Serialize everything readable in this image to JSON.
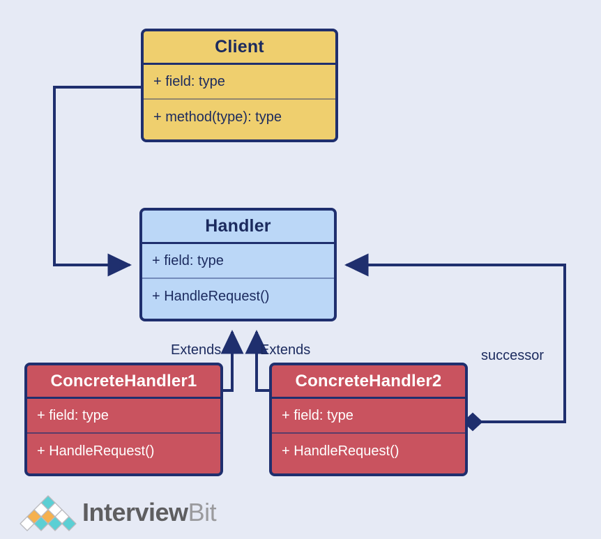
{
  "diagram": {
    "title": "Chain of Responsibility UML class diagram",
    "background_color": "#e6eaf5",
    "line_color": "#1f2f6e",
    "classes": [
      {
        "id": "client",
        "name": "Client",
        "fill": "#efcf6e",
        "text_color": "#1b2a5e",
        "attributes": [
          "+ field: type"
        ],
        "operations": [
          "+ method(type): type"
        ]
      },
      {
        "id": "handler",
        "name": "Handler",
        "fill": "#bbd7f7",
        "text_color": "#1b2a5e",
        "attributes": [
          "+ field: type"
        ],
        "operations": [
          "+ HandleRequest()"
        ]
      },
      {
        "id": "concrete_handler_1",
        "name": "ConcreteHandler1",
        "fill": "#c9535f",
        "text_color": "#ffffff",
        "attributes": [
          "+ field: type"
        ],
        "operations": [
          "+ HandleRequest()"
        ]
      },
      {
        "id": "concrete_handler_2",
        "name": "ConcreteHandler2",
        "fill": "#c9535f",
        "text_color": "#ffffff",
        "attributes": [
          "+ field: type"
        ],
        "operations": [
          "+ HandleRequest()"
        ]
      }
    ],
    "relations": [
      {
        "id": "client-uses-handler",
        "from": "client",
        "to": "handler",
        "label": "",
        "kind": "association-arrow"
      },
      {
        "id": "ch1-extends-handler",
        "from": "concrete_handler_1",
        "to": "handler",
        "label": "Extends",
        "kind": "generalization"
      },
      {
        "id": "ch2-extends-handler",
        "from": "concrete_handler_2",
        "to": "handler",
        "label": "Extends",
        "kind": "generalization"
      },
      {
        "id": "ch2-successor-handler",
        "from": "concrete_handler_2",
        "to": "handler",
        "label": "successor",
        "kind": "composition"
      }
    ],
    "labels": {
      "extends_1": "Extends",
      "extends_2": "Extends",
      "successor": "successor"
    }
  },
  "logo": {
    "name_bold": "Interview",
    "name_light": "Bit",
    "mark_icon": "diamond-pyramid-icon",
    "colors": {
      "teal": "#5bcfd4",
      "orange": "#f5b14f",
      "white": "#ffffff",
      "outline": "#b9b9bd",
      "text_bold": "#5e5e60",
      "text_light": "#9a9a9d"
    }
  }
}
